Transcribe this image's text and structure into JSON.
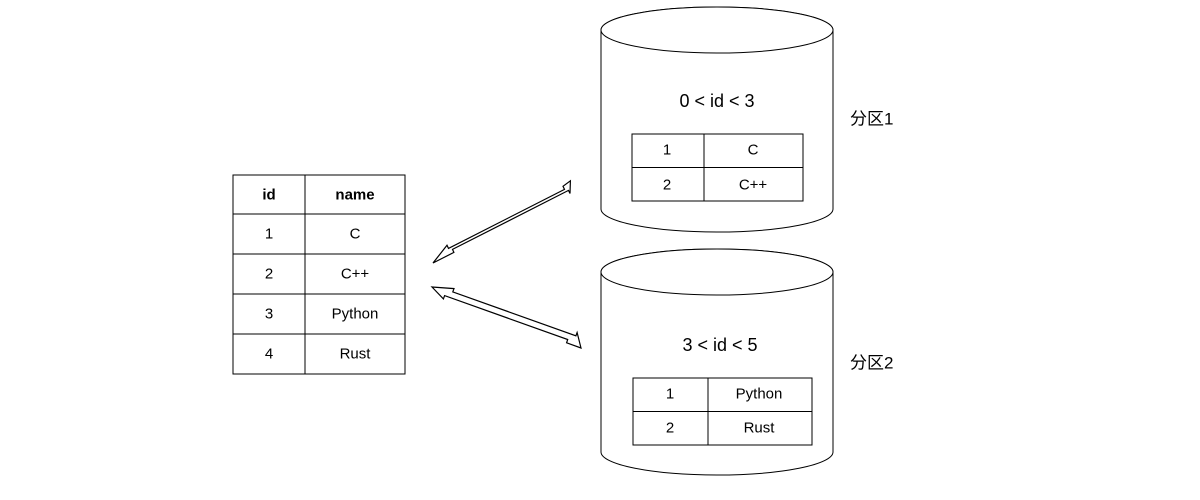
{
  "source_table": {
    "headers": [
      "id",
      "name"
    ],
    "rows": [
      [
        "1",
        "C"
      ],
      [
        "2",
        "C++"
      ],
      [
        "3",
        "Python"
      ],
      [
        "4",
        "Rust"
      ]
    ]
  },
  "partitions": [
    {
      "label": "分区1",
      "condition": "0 < id < 3",
      "rows": [
        [
          "1",
          "C"
        ],
        [
          "2",
          "C++"
        ]
      ]
    },
    {
      "label": "分区2",
      "condition": "3 < id < 5",
      "rows": [
        [
          "1",
          "Python"
        ],
        [
          "2",
          "Rust"
        ]
      ]
    }
  ]
}
